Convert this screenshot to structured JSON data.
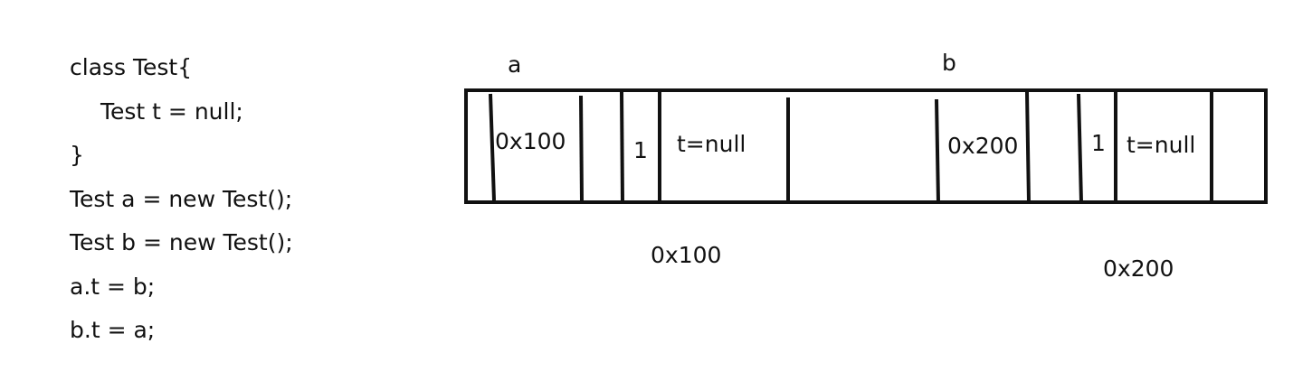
{
  "code": {
    "lines": [
      "class Test{",
      "Test t = null;",
      "}",
      "Test a = new Test();",
      "Test b = new Test();",
      "a.t = b;",
      "b.t = a;"
    ]
  },
  "diagram": {
    "var_a": "a",
    "var_b": "b",
    "ref_a": "0x100",
    "count_a": "1",
    "field_a": "t=null",
    "ref_b": "0x200",
    "count_b": "1",
    "field_b": "t=null",
    "addr_a": "0x100",
    "addr_b": "0x200"
  }
}
